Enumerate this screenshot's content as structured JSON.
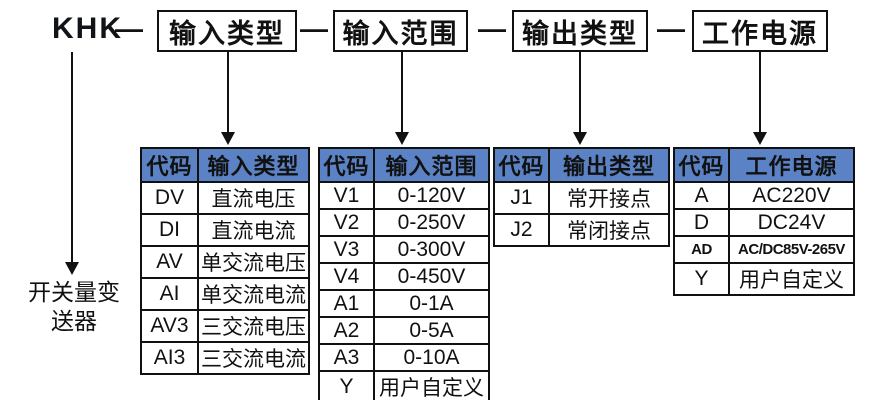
{
  "diagram": {
    "model_prefix": "KHK",
    "dash": "—",
    "segments": [
      "输入类型",
      "输入范围",
      "输出类型",
      "工作电源"
    ],
    "product_name_line1": "开关量变",
    "product_name_line2": "送器"
  },
  "tables": [
    {
      "headers": [
        "代码",
        "输入类型"
      ],
      "rows": [
        [
          "DV",
          "直流电压"
        ],
        [
          "DI",
          "直流电流"
        ],
        [
          "AV",
          "单交流电压"
        ],
        [
          "AI",
          "单交流电流"
        ],
        [
          "AV3",
          "三交流电压"
        ],
        [
          "AI3",
          "三交流电流"
        ]
      ]
    },
    {
      "headers": [
        "代码",
        "输入范围"
      ],
      "rows": [
        [
          "V1",
          "0-120V"
        ],
        [
          "V2",
          "0-250V"
        ],
        [
          "V3",
          "0-300V"
        ],
        [
          "V4",
          "0-450V"
        ],
        [
          "A1",
          "0-1A"
        ],
        [
          "A2",
          "0-5A"
        ],
        [
          "A3",
          "0-10A"
        ],
        [
          "Y",
          "用户自定义"
        ]
      ]
    },
    {
      "headers": [
        "代码",
        "输出类型"
      ],
      "rows": [
        [
          "J1",
          "常开接点"
        ],
        [
          "J2",
          "常闭接点"
        ]
      ]
    },
    {
      "headers": [
        "代码",
        "工作电源"
      ],
      "rows": [
        [
          "A",
          "AC220V"
        ],
        [
          "D",
          "DC24V"
        ],
        [
          "AD",
          "AC/DC85V-265V"
        ],
        [
          "Y",
          "用户自定义"
        ]
      ]
    }
  ],
  "colors": {
    "table_header_bg": "#5b82c4",
    "line_color": "#111111",
    "background": "#ffffff"
  }
}
